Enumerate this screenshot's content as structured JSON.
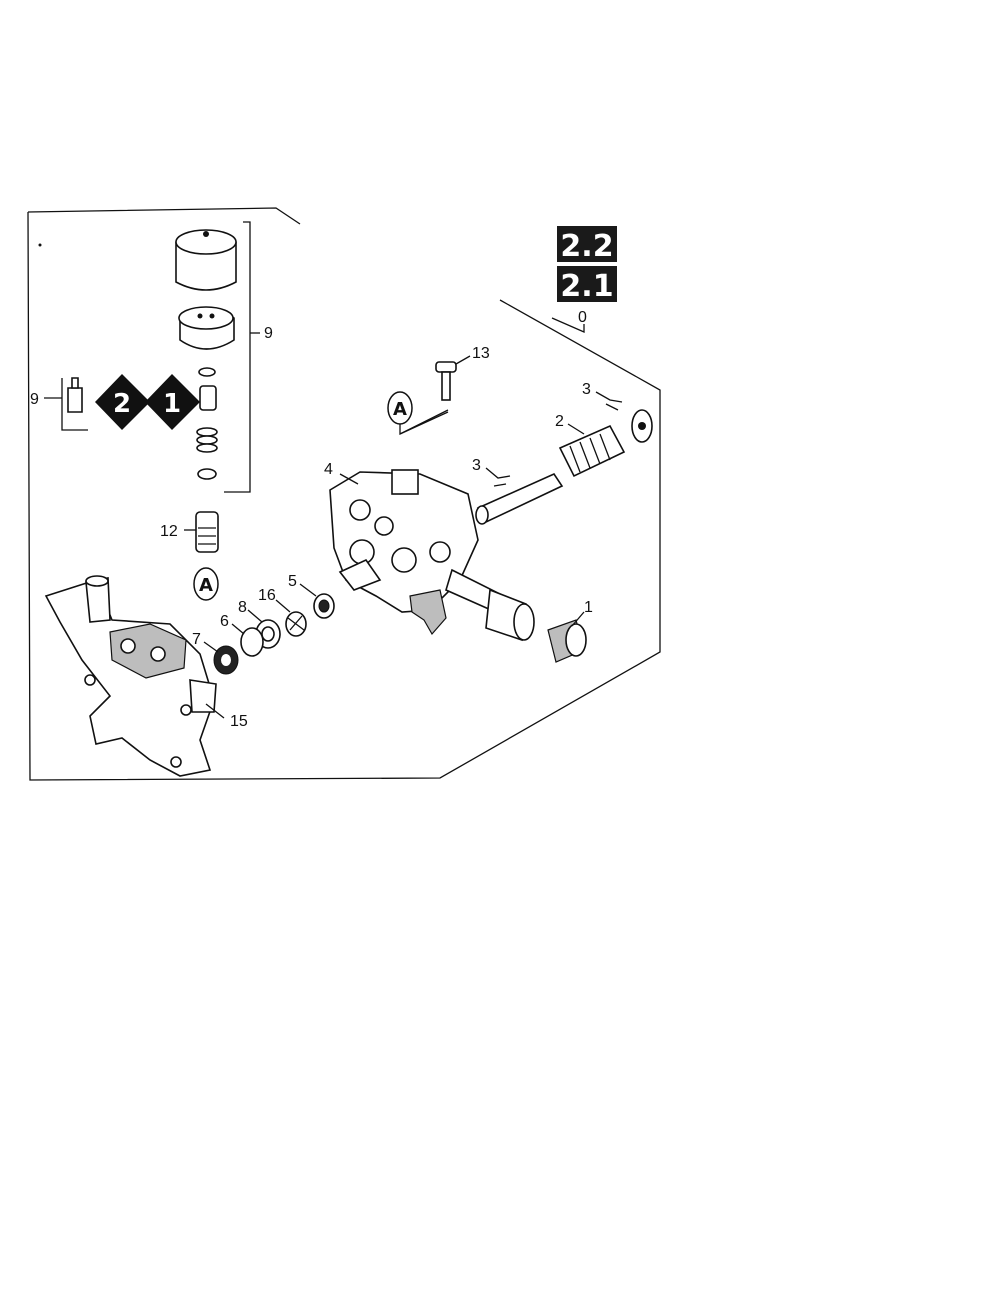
{
  "badges": {
    "upper": "2.2",
    "lower": "2.1"
  },
  "steps": {
    "first": "1",
    "second": "2"
  },
  "reference_marker": "A",
  "callouts": {
    "assembly": "0",
    "filter": "1",
    "spring": "2",
    "seal_right": "3",
    "seal_piston": "3",
    "pump_head": "4",
    "ring_5": "5",
    "ring_6": "6",
    "ring_7": "7",
    "ring_8": "8",
    "valve_group": "9",
    "valve_side": "9",
    "valve_12": "12",
    "screw": "13",
    "manifold": "15",
    "ring_16": "16"
  },
  "colors": {
    "ink": "#111111",
    "badge_bg": "#1a1a1a",
    "shading": "#bdbdbd"
  }
}
